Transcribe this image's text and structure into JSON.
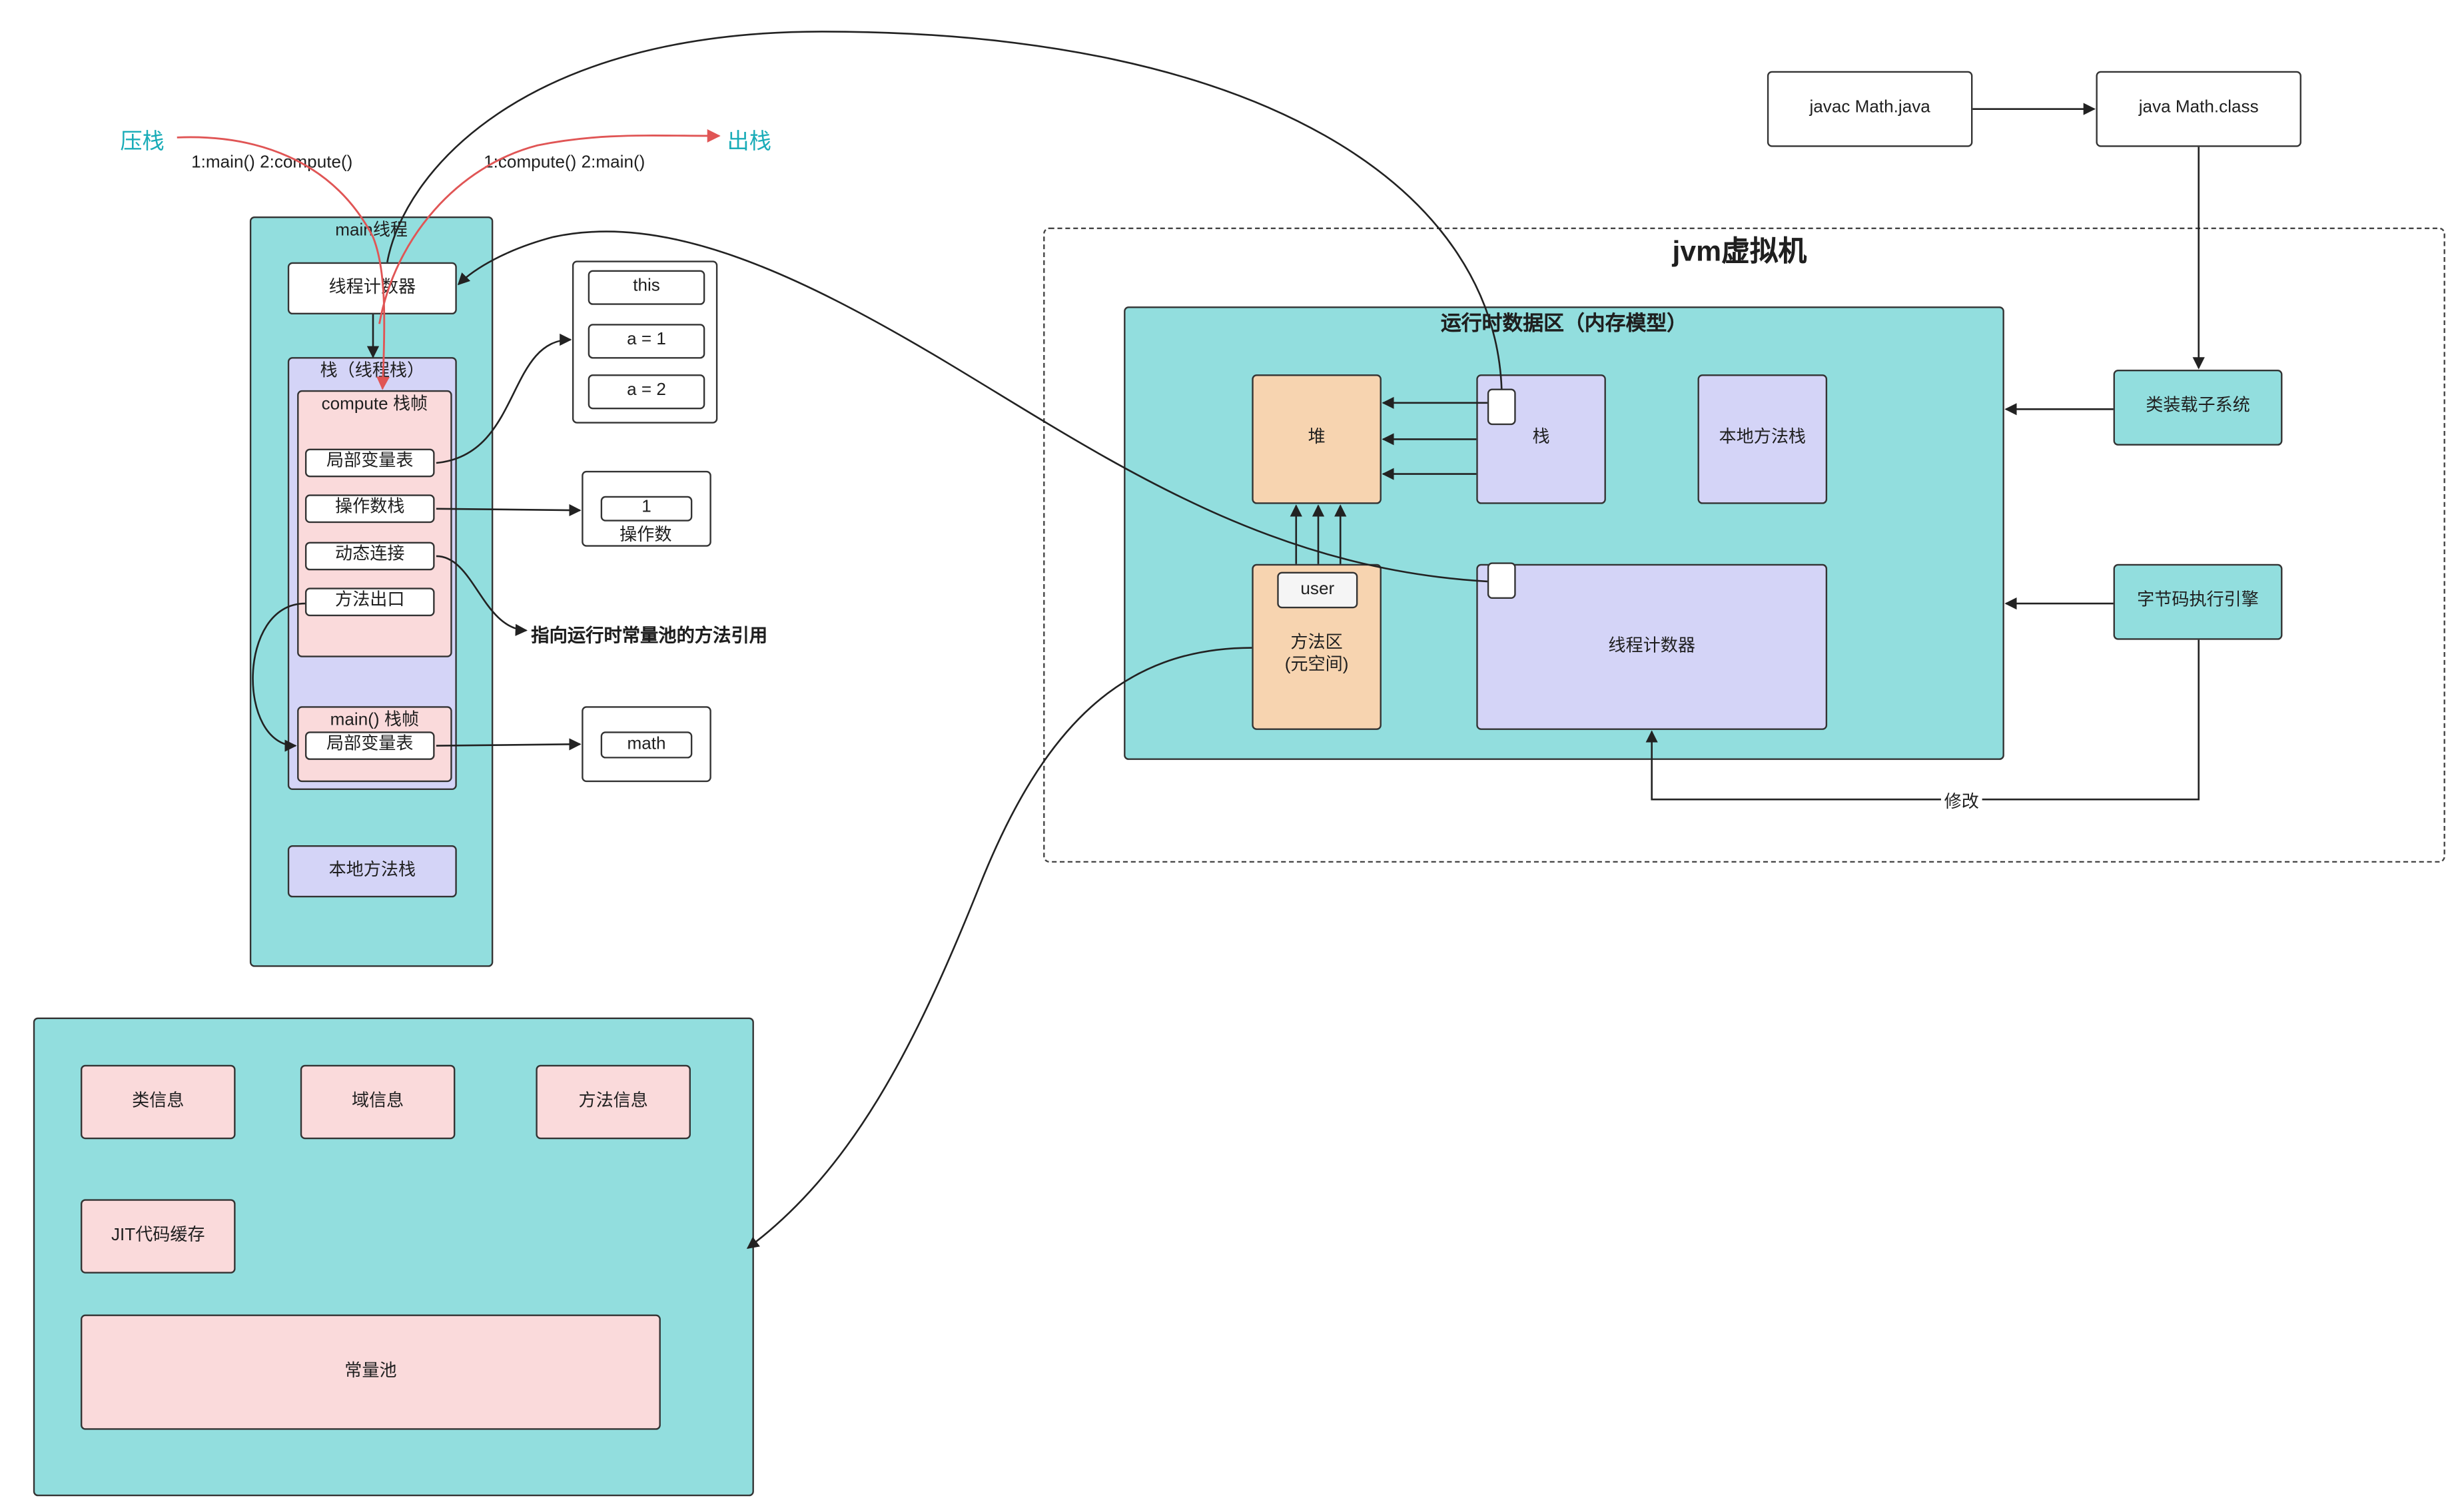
{
  "jvm": {
    "title": "jvm虚拟机",
    "runtime_area_title": "运行时数据区（内存模型）",
    "heap": "堆",
    "stack": "栈",
    "native_stack": "本地方法栈",
    "method_area": "方法区\n(元空间)",
    "user_label": "user",
    "program_counter": "线程计数器",
    "class_loader": "类装载子系统",
    "bytecode_engine": "字节码执行引擎",
    "modify_label": "修改"
  },
  "compile": {
    "javac": "javac Math.java",
    "java": "java Math.class"
  },
  "thread": {
    "title": "main线程",
    "push_label": "压栈",
    "push_order": "1:main() 2:compute()",
    "pop_label": "出栈",
    "pop_order": "1:compute() 2:main()",
    "program_counter": "线程计数器",
    "stack_title": "栈（线程栈）",
    "compute_frame": {
      "title": "compute 栈帧",
      "items": [
        "局部变量表",
        "操作数栈",
        "动态连接",
        "方法出口"
      ]
    },
    "main_frame": {
      "title": "main() 栈帧",
      "items": [
        "局部变量表"
      ]
    },
    "native_stack": "本地方法栈"
  },
  "locals": {
    "items": [
      "this",
      "a = 1",
      "a = 2"
    ]
  },
  "operand": {
    "value": "1",
    "caption": "操作数"
  },
  "dynamic_link_note": "指向运行时常量池的方法引用",
  "main_locals": {
    "value": "math"
  },
  "method_area_detail": {
    "items": [
      "类信息",
      "域信息",
      "方法信息",
      "JIT代码缓存"
    ],
    "constant_pool": "常量池"
  },
  "colors": {
    "teal": "#92dede",
    "lavender": "#d4d4f7",
    "pink": "#fadadb",
    "peach": "#f7d4b0",
    "red_arrow": "#e05555",
    "cyan_text": "#1aacb8"
  }
}
